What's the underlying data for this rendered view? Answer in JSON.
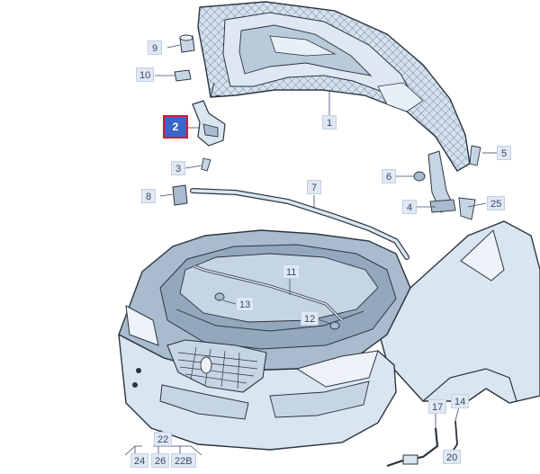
{
  "diagram": {
    "callouts": {
      "c1": "1",
      "c2": "2",
      "c3": "3",
      "c4": "4",
      "c5": "5",
      "c6": "6",
      "c7": "7",
      "c8": "8",
      "c9": "9",
      "c10": "10",
      "c11": "11",
      "c12": "12",
      "c13": "13",
      "c14": "14",
      "c17": "17",
      "c20": "20",
      "c22": "22",
      "c24": "24",
      "c25": "25",
      "c26": "26",
      "c22b": "22B"
    },
    "selected_part": "2"
  },
  "colors": {
    "outline": "#2c3440",
    "fill": "#d9e6f1",
    "fill_dark": "#a9bccd",
    "callout_bg": "#dfe8f4",
    "selected_bg": "#3a66c9",
    "selected_border": "#d8182a"
  }
}
